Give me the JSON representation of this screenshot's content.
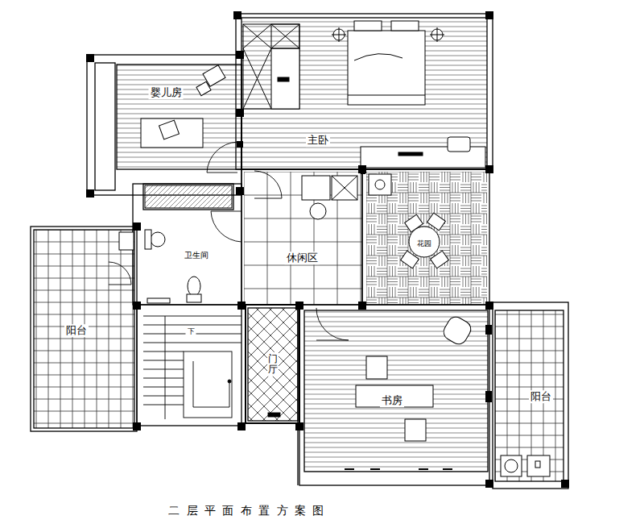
{
  "diagram": {
    "caption": "二层平面布置方案图",
    "labels": [
      "婴儿房",
      "主卧",
      "卫生间",
      "休闲区",
      "花园",
      "阳台",
      "下",
      "门厅",
      "书房",
      "阳台"
    ]
  }
}
